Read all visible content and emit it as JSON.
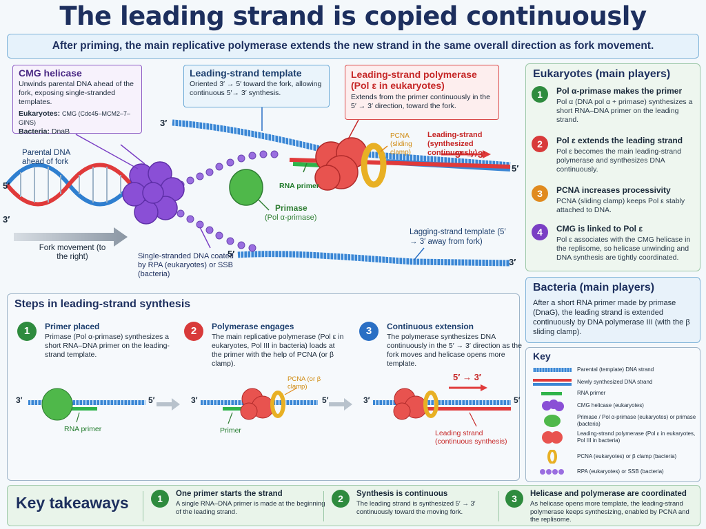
{
  "title": "The leading strand is copied continuously",
  "subtitle": "After priming, the main replicative polymerase extends the new strand in the same overall direction as fork movement.",
  "colors": {
    "parental": "#2f7fd0",
    "new_strand": "#e03a3a",
    "primer": "#2fb34a",
    "helicase": "#8a4fd6",
    "primase": "#4fb84a",
    "polymerase": "#e8534f",
    "pcna": "#e8b024",
    "rpa": "#9a6ee0",
    "green_num": "#2e8b3e",
    "red_num": "#d83a3a",
    "orange_num": "#e08a1e",
    "purple_num": "#7a3fc4",
    "blue_num": "#2a6fc4"
  },
  "diagram": {
    "cmg": {
      "title": "CMG helicase",
      "desc": "Unwinds parental DNA ahead of the fork, exposing single-stranded templates.",
      "euk_label": "Eukaryotes:",
      "euk_value": "CMG (Cdc45–MCM2–7–GINS)",
      "bac_label": "Bacteria:",
      "bac_value": "DnaB"
    },
    "template": {
      "title": "Leading-strand template",
      "desc": "Oriented 3′ → 5′ toward the fork, allowing continuous 5′→ 3′ synthesis."
    },
    "polymerase": {
      "title": "Leading-strand polymerase (Pol ε in eukaryotes)",
      "desc": "Extends from the primer continuously in the 5′ → 3′ direction, toward the fork."
    },
    "parental_label": "Parental DNA ahead of fork",
    "fork_movement": "Fork movement (to the right)",
    "ssdna_label": "Single-stranded DNA coated by RPA (eukaryotes) or SSB (bacteria)",
    "rna_primer": "RNA primer",
    "primase": "Primase",
    "primase_sub": "(Pol α-primase)",
    "pcna": "PCNA (sliding clamp)",
    "leading_new": "Leading-strand (synthesized continuously)",
    "direction": "5′ → 3′",
    "lagging": "Lagging-strand template (5′ → 3′ away from fork)",
    "end3": "3′",
    "end5": "5′"
  },
  "eukaryotes": {
    "title": "Eukaryotes (main players)",
    "items": [
      {
        "num": "1",
        "title": "Pol α-primase makes the primer",
        "desc": "Pol α (DNA pol α + primase) synthesizes a short RNA–DNA primer on the leading strand."
      },
      {
        "num": "2",
        "title": "Pol ε extends the leading strand",
        "desc": "Pol ε becomes the main leading-strand polymerase and synthesizes DNA continuously."
      },
      {
        "num": "3",
        "title": "PCNA increases processivity",
        "desc": "PCNA (sliding clamp) keeps Pol ε stably attached to DNA."
      },
      {
        "num": "4",
        "title": "CMG is linked to Pol ε",
        "desc": "Pol ε associates with the CMG helicase in the replisome, so helicase unwinding and DNA synthesis are tightly coordinated."
      }
    ]
  },
  "bacteria": {
    "title": "Bacteria (main players)",
    "desc": "After a short RNA primer made by primase (DnaG), the leading strand is extended continuously by DNA polymerase III (with the β sliding clamp)."
  },
  "key": {
    "title": "Key",
    "items": [
      {
        "icon": "parental-strand",
        "label": "Parental (template) DNA strand"
      },
      {
        "icon": "new-strand",
        "label": "Newly synthesized DNA strand"
      },
      {
        "icon": "rna-primer",
        "label": "RNA primer"
      },
      {
        "icon": "helicase",
        "label": "CMG helicase (eukaryotes)"
      },
      {
        "icon": "primase",
        "label": "Primase / Pol α-primase (eukaryotes) or primase (bacteria)"
      },
      {
        "icon": "polymerase",
        "label": "Leading-strand polymerase (Pol ε in eukaryotes, Pol III in bacteria)"
      },
      {
        "icon": "clamp",
        "label": "PCNA (eukaryotes) or β clamp (bacteria)"
      },
      {
        "icon": "rpa",
        "label": "RPA (eukaryotes) or SSB (bacteria)"
      }
    ]
  },
  "steps": {
    "title": "Steps in leading-strand synthesis",
    "items": [
      {
        "num": "1",
        "title": "Primer placed",
        "desc": "Primase (Pol α-primase) synthesizes a short RNA–DNA primer on the leading-strand template."
      },
      {
        "num": "2",
        "title": "Polymerase engages",
        "desc": "The main replicative polymerase (Pol ε in eukaryotes, Pol III in bacteria) loads at the primer with the help of PCNA (or β clamp)."
      },
      {
        "num": "3",
        "title": "Continuous extension",
        "desc": "The polymerase synthesizes DNA continuously in the 5′ → 3′ direction as the fork moves and helicase opens more template."
      }
    ],
    "step1_primer": "RNA primer",
    "step2_clamp": "PCNA (or β clamp)",
    "step2_primer": "Primer",
    "step3_dir": "5′ → 3′",
    "step3_label": "Leading strand (continuous synthesis)"
  },
  "takeaways": {
    "title": "Key takeaways",
    "items": [
      {
        "num": "1",
        "title": "One primer starts the strand",
        "desc": "A single RNA–DNA primer is made at the beginning of the leading strand."
      },
      {
        "num": "2",
        "title": "Synthesis is continuous",
        "desc": "The leading strand is synthesized 5′ → 3′ continuously toward the moving fork."
      },
      {
        "num": "3",
        "title": "Helicase and polymerase are coordinated",
        "desc": "As helicase opens more template, the leading-strand polymerase keeps synthesizing, enabled by PCNA and the replisome."
      }
    ]
  }
}
